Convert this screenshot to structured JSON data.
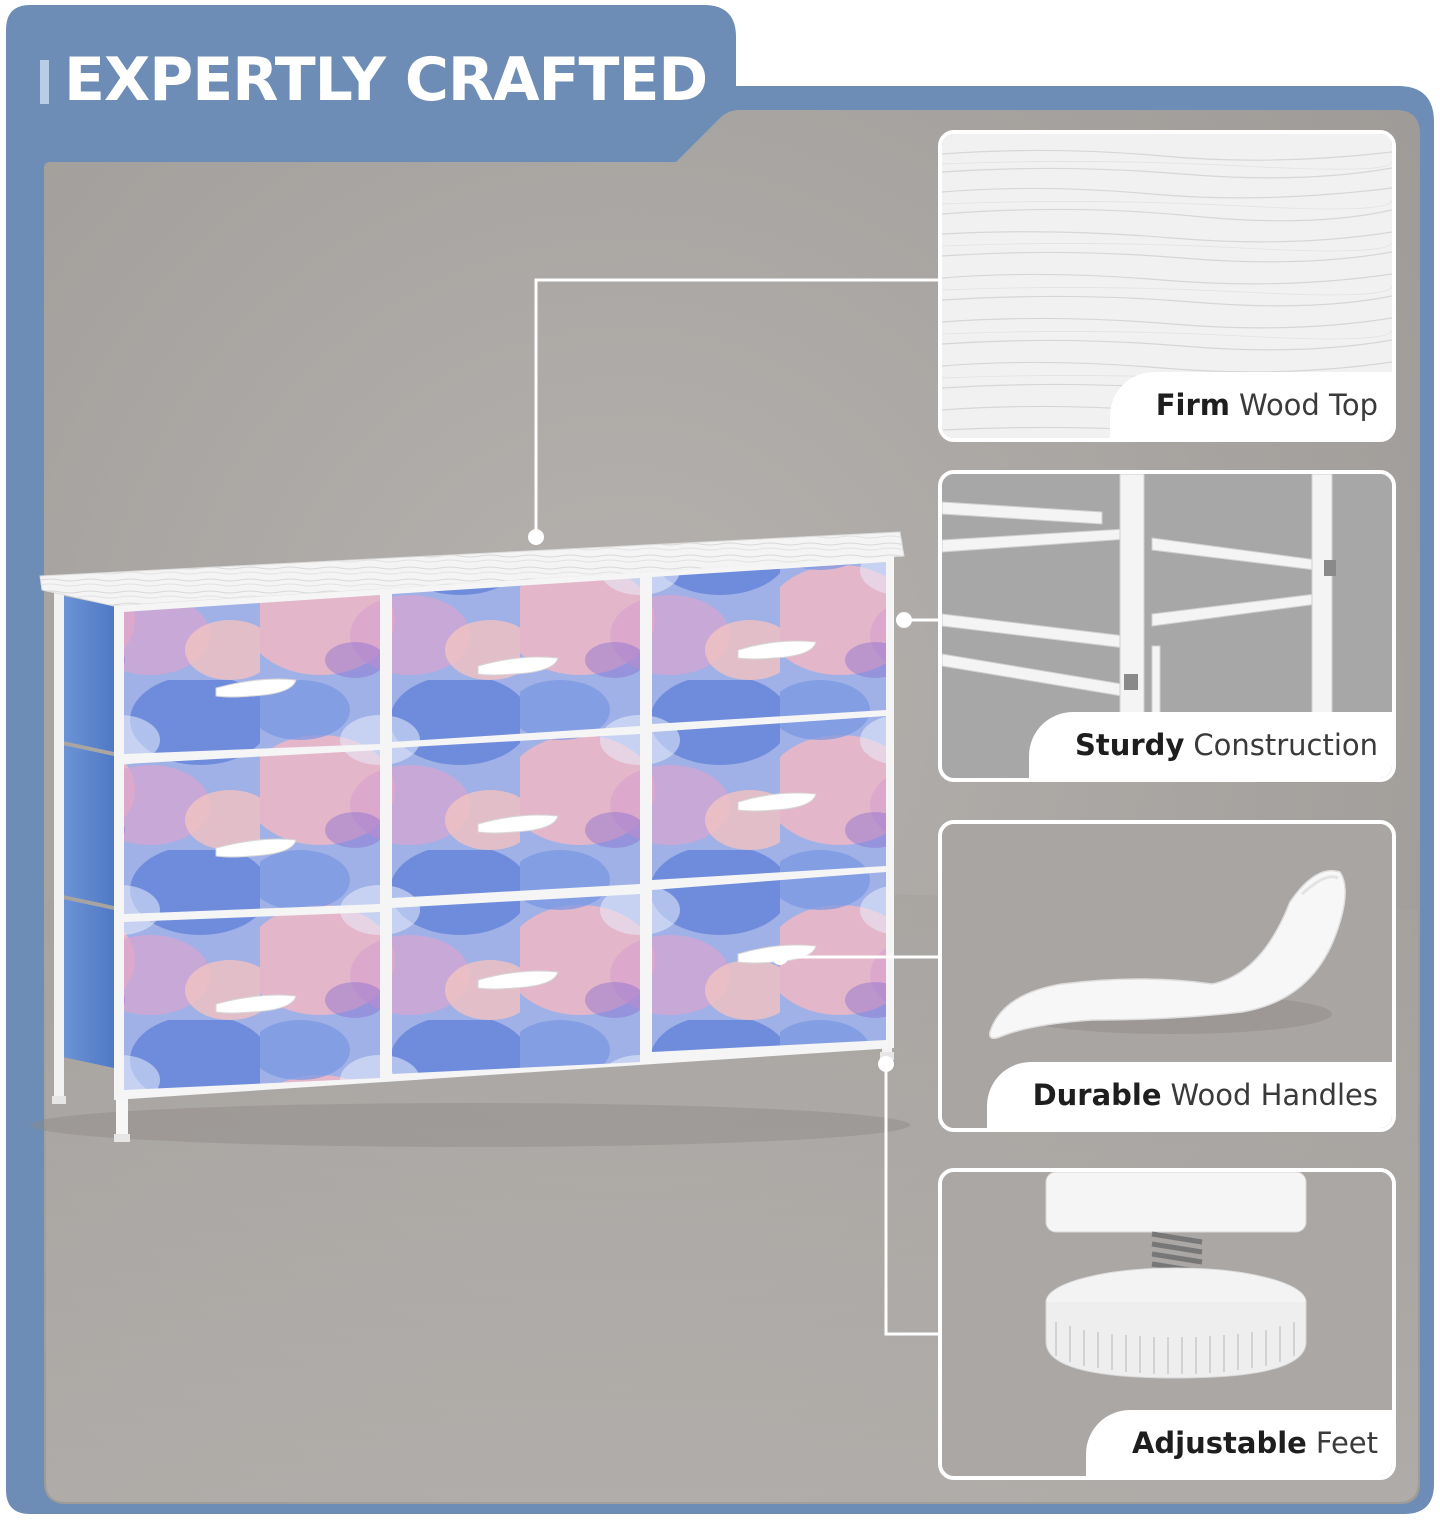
{
  "header": {
    "title": "EXPERTLY CRAFTED"
  },
  "features": [
    {
      "bold": "Firm",
      "rest": "Wood Top"
    },
    {
      "bold": "Sturdy",
      "rest": "Construction"
    },
    {
      "bold": "Durable",
      "rest": "Wood Handles"
    },
    {
      "bold": "Adjustable",
      "rest": "Feet"
    }
  ],
  "colors": {
    "frame": "#6d8db6",
    "background": "#a9a5a2",
    "panel_border": "#ffffff",
    "drawer_front": "tie-dye blue pink",
    "dresser_frame": "#ffffff"
  }
}
